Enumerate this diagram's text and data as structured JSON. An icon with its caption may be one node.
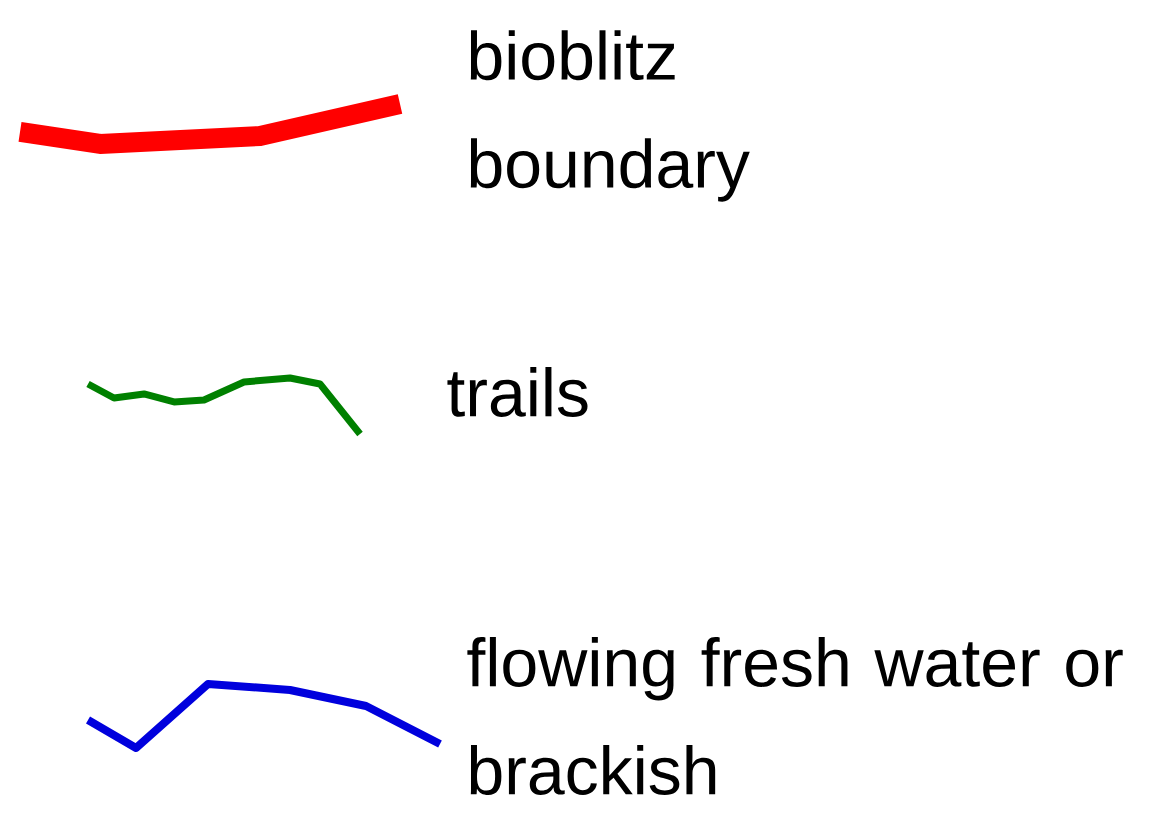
{
  "diagram": {
    "legend": [
      {
        "text": "bioblitz boundary"
      },
      {
        "text": "trails"
      },
      {
        "text": "flowing fresh water or brackish"
      }
    ]
  }
}
